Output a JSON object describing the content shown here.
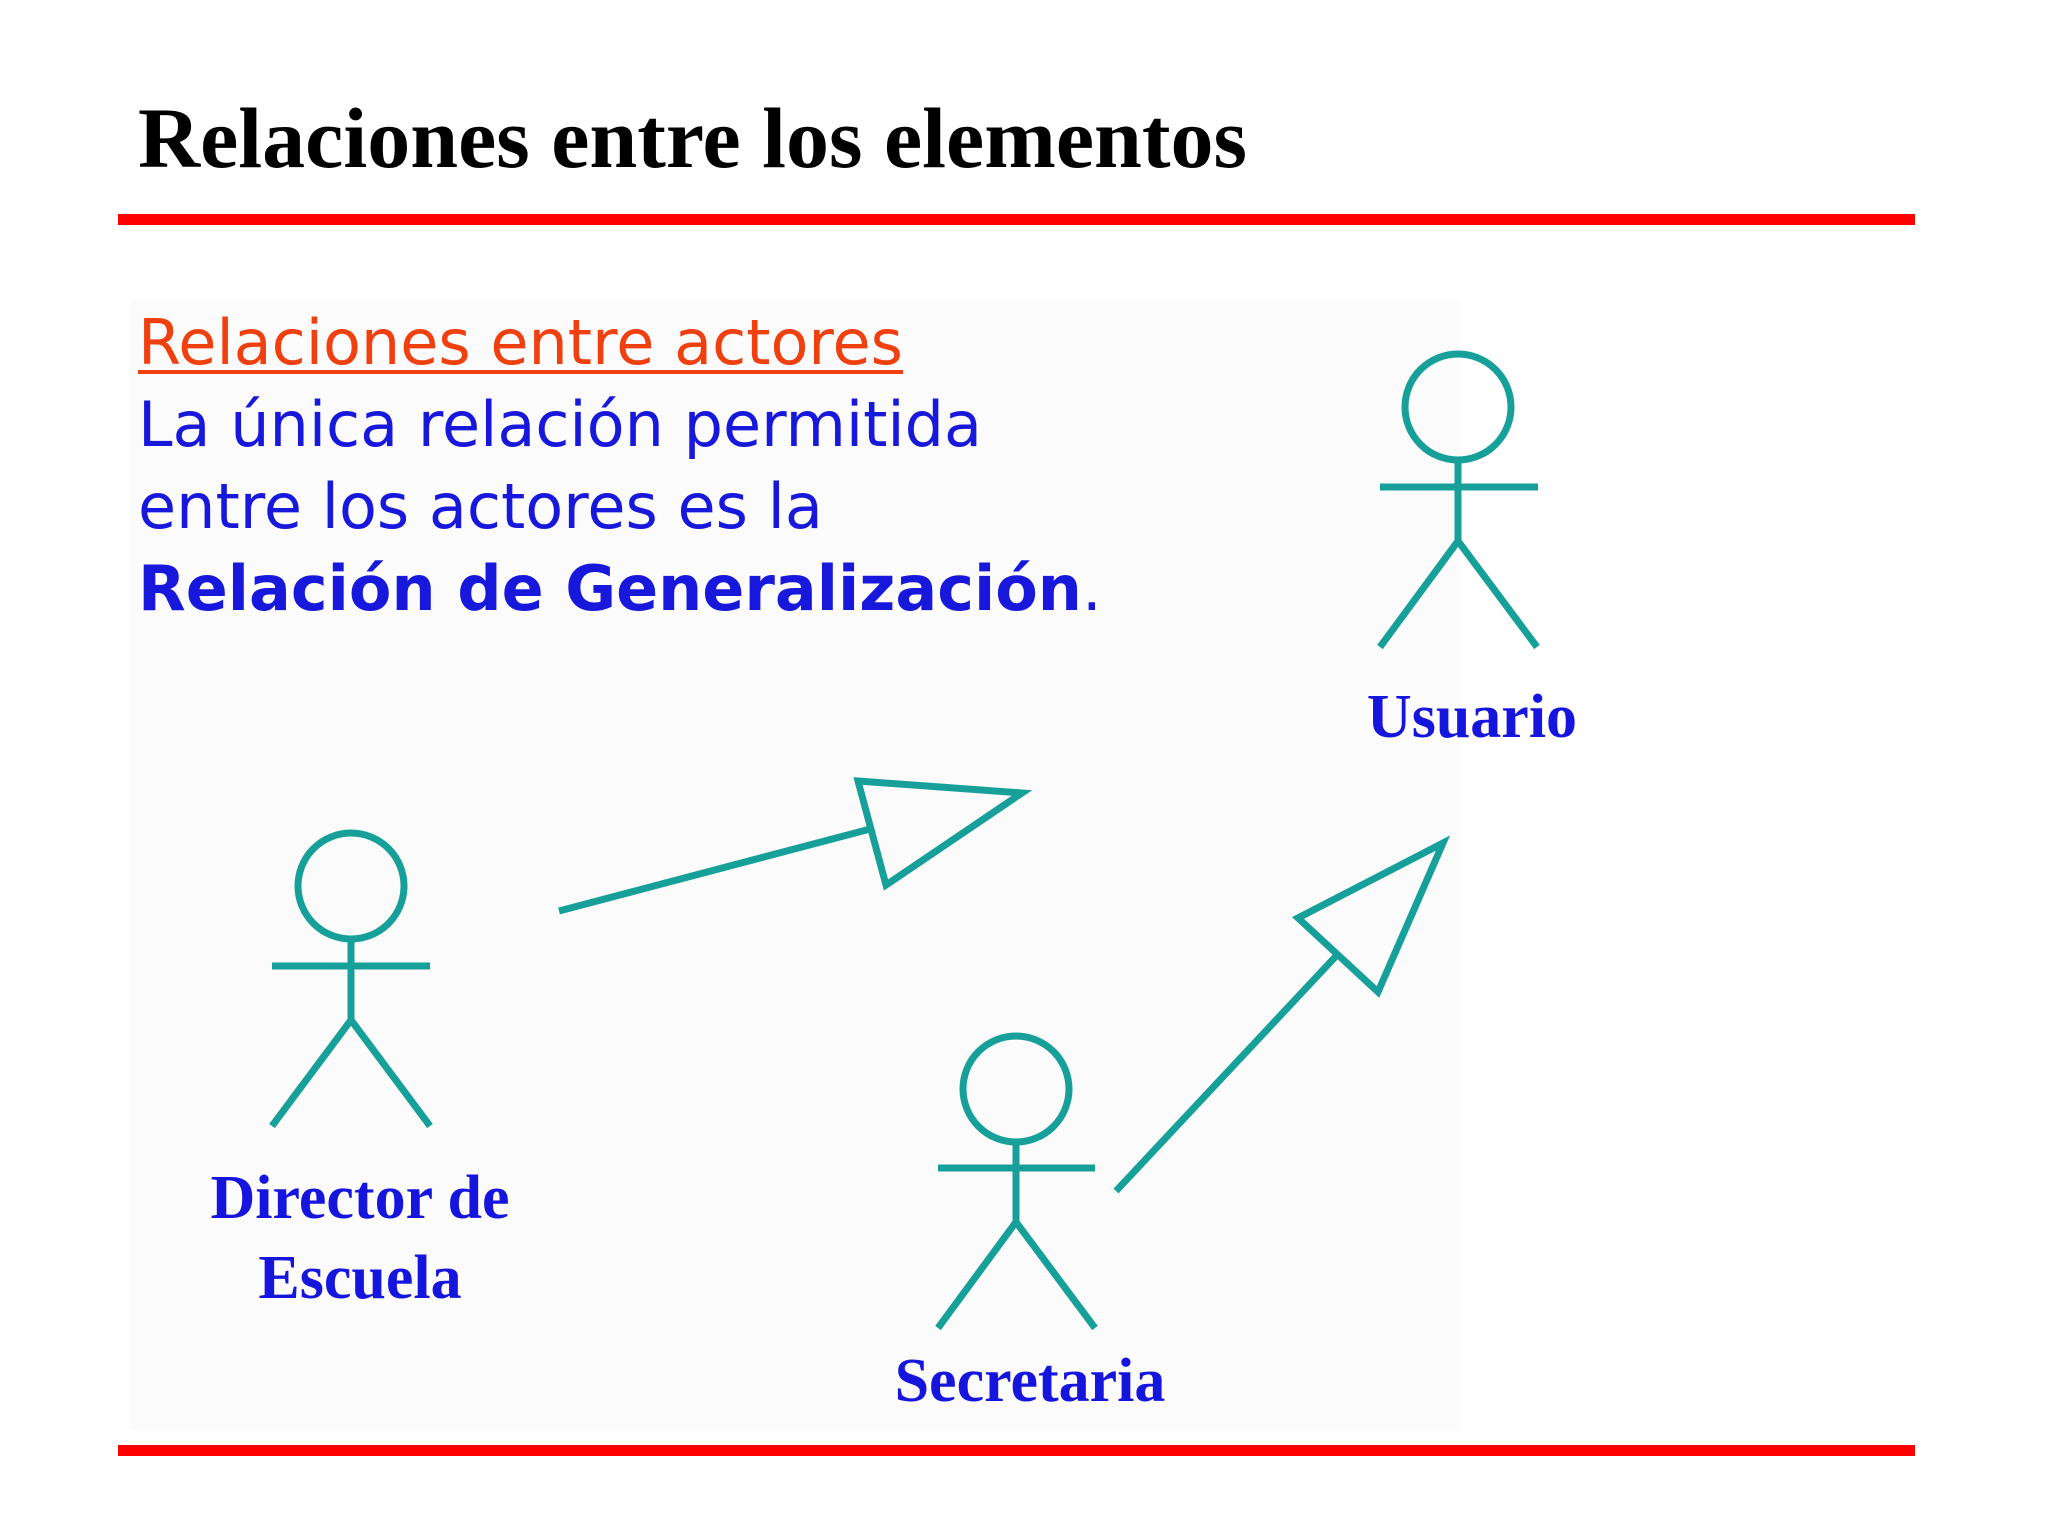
{
  "slide": {
    "title": "Relaciones entre los elementos"
  },
  "content": {
    "subheading": "Relaciones entre actores",
    "line1": "La única relación permitida",
    "line2": "entre los actores es la",
    "emphasis": "Relación de Generalización",
    "period": "."
  },
  "actors": {
    "usuario": "Usuario",
    "director_line1": "Director de",
    "director_line2": "Escuela",
    "secretaria": "Secretaria"
  },
  "colors": {
    "title": "#000000",
    "rule": "#ff0000",
    "subheading": "#f04010",
    "body_text": "#1818dd",
    "actor_label": "#1515dd",
    "actor_stroke": "#17a09a"
  }
}
